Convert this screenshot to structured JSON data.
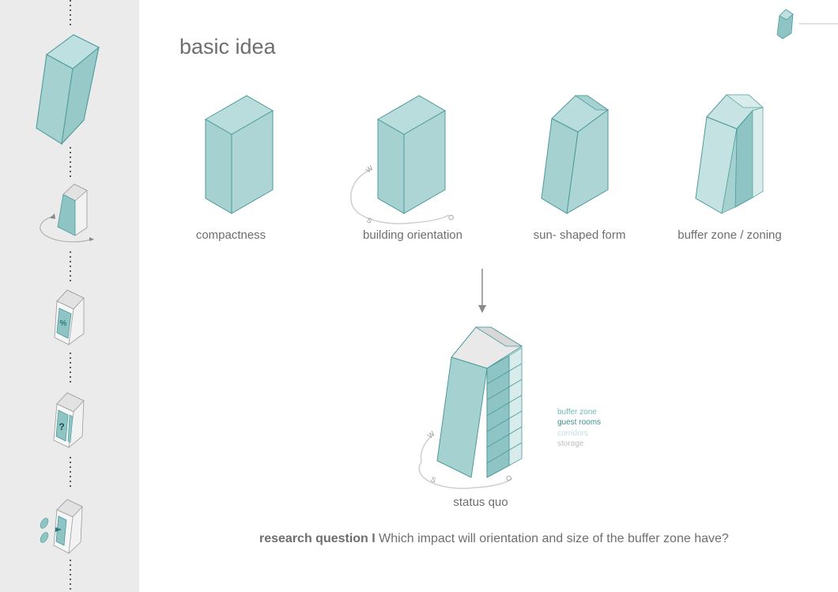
{
  "page": {
    "title": "basic idea"
  },
  "concepts": [
    {
      "label": "compactness"
    },
    {
      "label": "building orientation"
    },
    {
      "label": "sun- shaped form"
    },
    {
      "label": "buffer zone / zoning"
    }
  ],
  "compass": {
    "west": "W",
    "south": "S",
    "east": "O"
  },
  "status_quo": {
    "label": "status quo",
    "legend": [
      {
        "label": "buffer zone",
        "color": "#8fc9c9"
      },
      {
        "label": "guest rooms",
        "color": "#5ea9a9"
      },
      {
        "label": "corridors",
        "color": "#cfe4e4"
      },
      {
        "label": "storage",
        "color": "#c2c2c2"
      }
    ]
  },
  "sidebar": {
    "steps": [
      {
        "name": "sidebar-step-form",
        "symbol": ""
      },
      {
        "name": "sidebar-step-orientation",
        "symbol": ""
      },
      {
        "name": "sidebar-step-percentage",
        "symbol": "%"
      },
      {
        "name": "sidebar-step-question",
        "symbol": "?"
      },
      {
        "name": "sidebar-step-wind",
        "symbol": ""
      }
    ]
  },
  "research": {
    "prefix": "research question I",
    "text": " Which impact will orientation and size of the buffer zone have?"
  },
  "colors": {
    "teal_face": "#a8d3d3",
    "teal_dark": "#8fc4c4",
    "teal_top": "#b9dddd",
    "teal_stroke": "#4d9a9a",
    "grey_face": "#e6e6e6",
    "sidebar_bg": "#ebebeb"
  }
}
